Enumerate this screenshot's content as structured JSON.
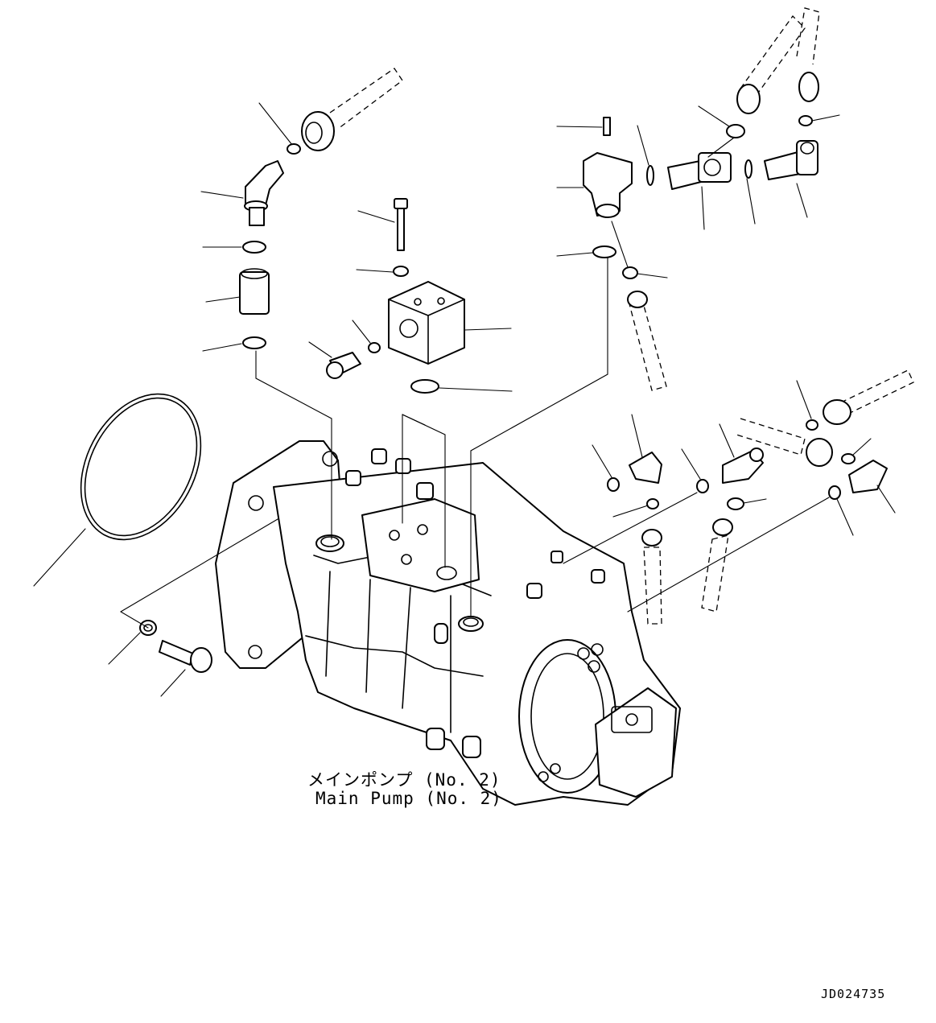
{
  "caption": {
    "japanese": "メインポンプ (No. 2)",
    "english": "Main Pump (No. 2)"
  },
  "drawing_code": "JD024735"
}
